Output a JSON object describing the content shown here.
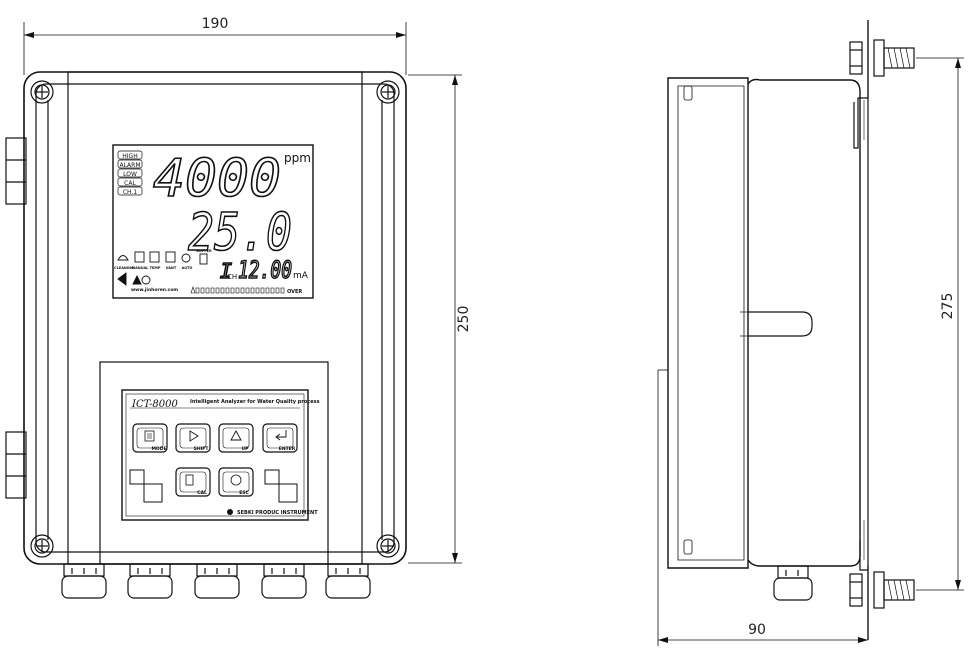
{
  "dimensions": {
    "front_width": "190",
    "front_height": "250",
    "side_height": "275",
    "side_depth": "90"
  },
  "lcd": {
    "indicators": [
      "HIGH",
      "ALARM",
      "LOW",
      "CAL",
      "CH.1"
    ],
    "main_value": "4000",
    "main_unit": "ppm",
    "second_value": "25.0",
    "channel_label": "CH",
    "output_prefix": "I",
    "output_value": "12.00",
    "output_unit": "mA",
    "icon_labels": [
      "CLEANING",
      "MANUAL",
      "TEMP",
      "VANT",
      "AUTO",
      "BUFFER"
    ],
    "website": "www.jinhoren.com",
    "over_label": "OVER"
  },
  "keypad": {
    "model": "ICT-8000",
    "subtitle": "Intelligent Analyzer for Water Quality process",
    "buttons": [
      {
        "label": "MODE",
        "icon": "menu-icon"
      },
      {
        "label": "SHIFT",
        "icon": "play-icon"
      },
      {
        "label": "UP",
        "icon": "up-triangle-icon"
      },
      {
        "label": "ENTER",
        "icon": "enter-arrow-icon"
      },
      {
        "label": "CAL",
        "icon": "cal-icon"
      },
      {
        "label": "ESC",
        "icon": "esc-icon"
      }
    ],
    "maker": "SEBKI PRODUC INSTRUMENT"
  }
}
